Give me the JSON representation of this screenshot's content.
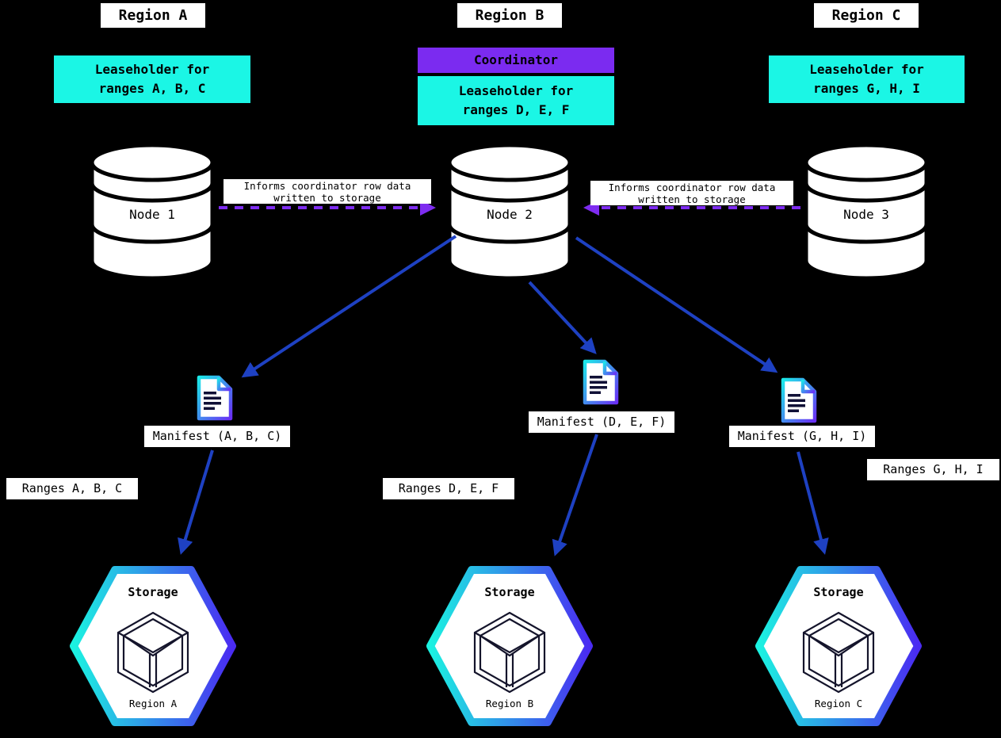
{
  "regions": [
    {
      "title": "Region A",
      "leaseholder": [
        "Leaseholder for",
        "ranges A, B, C"
      ],
      "node": "Node 1",
      "manifest": "Manifest (A, B, C)",
      "ranges": "Ranges A, B, C",
      "storage_label": "Storage",
      "storage_region": "Region A"
    },
    {
      "title": "Region B",
      "coordinator": "Coordinator",
      "leaseholder": [
        "Leaseholder for",
        "ranges D, E, F"
      ],
      "node": "Node 2",
      "manifest": "Manifest (D, E, F)",
      "ranges": "Ranges D, E, F",
      "storage_label": "Storage",
      "storage_region": "Region B"
    },
    {
      "title": "Region C",
      "leaseholder": [
        "Leaseholder for",
        "ranges G, H, I"
      ],
      "node": "Node 3",
      "manifest": "Manifest (G, H, I)",
      "ranges": "Ranges G, H, I",
      "storage_label": "Storage",
      "storage_region": "Region C"
    }
  ],
  "annotations": {
    "informs_left": [
      "Informs coordinator row data",
      "written to storage"
    ],
    "informs_right": [
      "Informs coordinator row data",
      "written to storage"
    ]
  },
  "colors": {
    "background": "#000000",
    "cyan": "#1BF6E5",
    "purple": "#7B2BF0",
    "arrow_purple": "#7E2CF0",
    "arrow_blue": "#1E41C2",
    "gradient_start": "#1BF2E1",
    "gradient_end": "#4A2BF2"
  }
}
